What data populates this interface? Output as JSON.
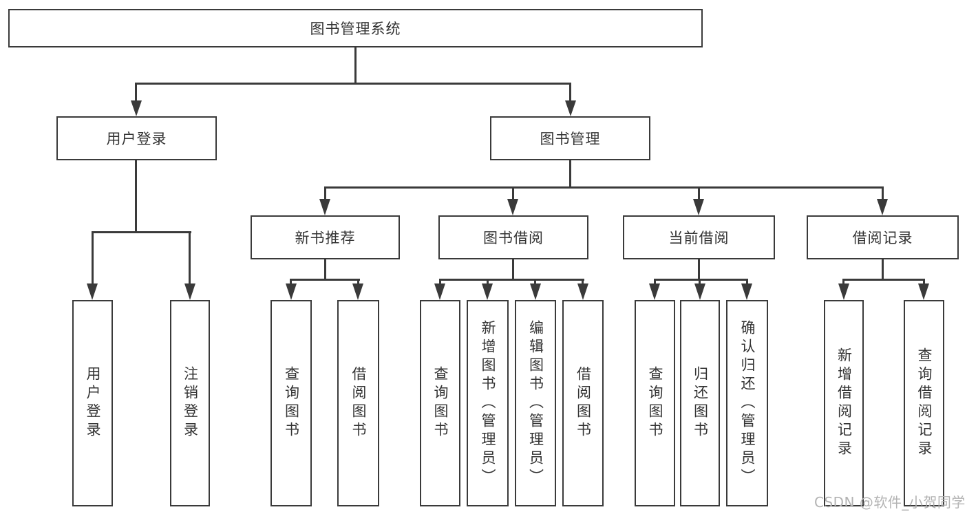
{
  "diagram": {
    "title_node": {
      "label": "图书管理系统"
    },
    "level2": {
      "user_login": {
        "label": "用户登录"
      },
      "book_mgmt": {
        "label": "图书管理"
      }
    },
    "level3": {
      "new_book_recommend": {
        "label": "新书推荐"
      },
      "book_borrow": {
        "label": "图书借阅"
      },
      "current_borrow": {
        "label": "当前借阅"
      },
      "borrow_records": {
        "label": "借阅记录"
      }
    },
    "leaves": {
      "user_login": {
        "label": "用户登录"
      },
      "logout": {
        "label": "注销登录"
      },
      "nb_query_book": {
        "label": "查询图书"
      },
      "nb_borrow_book": {
        "label": "借阅图书"
      },
      "bb_query_book": {
        "label": "查询图书"
      },
      "bb_add_book": {
        "label": "新增图书（管理员）"
      },
      "bb_edit_book": {
        "label": "编辑图书（管理员）"
      },
      "bb_borrow_book": {
        "label": "借阅图书"
      },
      "cb_query_book": {
        "label": "查询图书"
      },
      "cb_return_book": {
        "label": "归还图书"
      },
      "cb_confirm_return": {
        "label": "确认归还（管理员）"
      },
      "rec_add_record": {
        "label": "新增借阅记录"
      },
      "rec_query_record": {
        "label": "查询借阅记录"
      }
    }
  },
  "watermark": {
    "text": "CSDN @软件_小贺同学"
  },
  "colors": {
    "line": "#3a3a3a",
    "text": "#333333",
    "watermark": "#b3b3b3",
    "background": "#ffffff"
  }
}
